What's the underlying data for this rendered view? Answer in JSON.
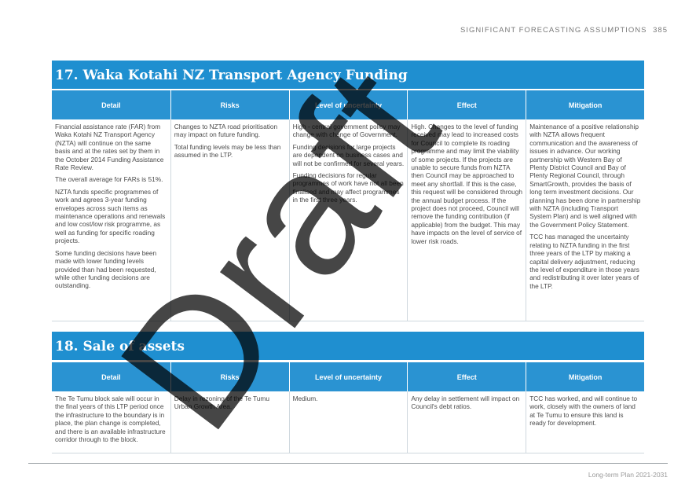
{
  "header": {
    "title": "SIGNIFICANT FORECASTING ASSUMPTIONS",
    "page_number": "385"
  },
  "section17": {
    "title": "17. Waka Kotahi NZ Transport Agency Funding",
    "columns": [
      "Detail",
      "Risks",
      "Level of uncertainty",
      "Effect",
      "Mitigation"
    ],
    "detail": [
      "Financial assistance rate (FAR) from Waka Kotahi NZ Transport Agency (NZTA) will continue on the same basis and at the rates set by them in the October 2014 Funding Assistance Rate Review.",
      "The overall average for FARs is 51%.",
      "NZTA funds specific programmes of work and agrees 3-year funding envelopes across such items as maintenance operations and renewals and low cost/low risk programme, as well as funding for specific roading projects.",
      "Some funding decisions have been made with lower funding levels provided than had been requested, while other funding decisions are outstanding."
    ],
    "risks": [
      "Changes to NZTA road prioritisation may impact on future funding.",
      "Total funding levels may be less than assumed in the LTP."
    ],
    "uncertainty": [
      "High - central government policy may change with change of Government.",
      "Funding decisions for large projects are dependent on business cases and will not be confirmed for several years.",
      "Funding decisions for regular programmes of work have not all been finalised and may affect programmes in the first three years."
    ],
    "effect": [
      "High. Changes to the level of funding received may lead to increased costs for Council to complete its roading programme and may limit the viability of some projects. If the projects are unable to secure funds from NZTA then Council may be approached to meet any shortfall. If this is the case, this request will be considered through the annual budget process. If the project does not proceed, Council will remove the funding contribution (if applicable) from the budget. This may have impacts on the level of service of lower risk roads."
    ],
    "mitigation": [
      "Maintenance of a positive relationship with NZTA allows frequent communication and the awareness of issues in advance. Our working partnership with Western Bay of Plenty District Council and Bay of Plenty Regional Council, through SmartGrowth, provides the basis of long term investment decisions. Our planning has been done in partnership with NZTA (including Transport System Plan) and is well aligned with the Government Policy Statement.",
      "TCC has managed the uncertainty relating to NZTA funding in the first three years of the LTP by making a capital delivery adjustment, reducing the level of expenditure in those years and redistributing it over later years of the LTP."
    ]
  },
  "section18": {
    "title": "18. Sale of assets",
    "columns": [
      "Detail",
      "Risks",
      "Level of uncertainty",
      "Effect",
      "Mitigation"
    ],
    "detail": "The Te Tumu block sale will occur in the final years of this LTP period once the infrastructure to the boundary is in place, the plan change is completed, and there is an available infrastructure corridor through to the block.",
    "risks": "Delay in rezoning of the Te Tumu Urban Growth Area.",
    "uncertainty": "Medium.",
    "effect": "Any delay in settlement will impact on Council's debt ratios.",
    "mitigation": "TCC has worked, and will continue to work, closely with the owners of land at Te Tumu to ensure this land is ready for development."
  },
  "watermark": "Draft",
  "footer": {
    "text": "Long-term Plan 2021-2031"
  }
}
